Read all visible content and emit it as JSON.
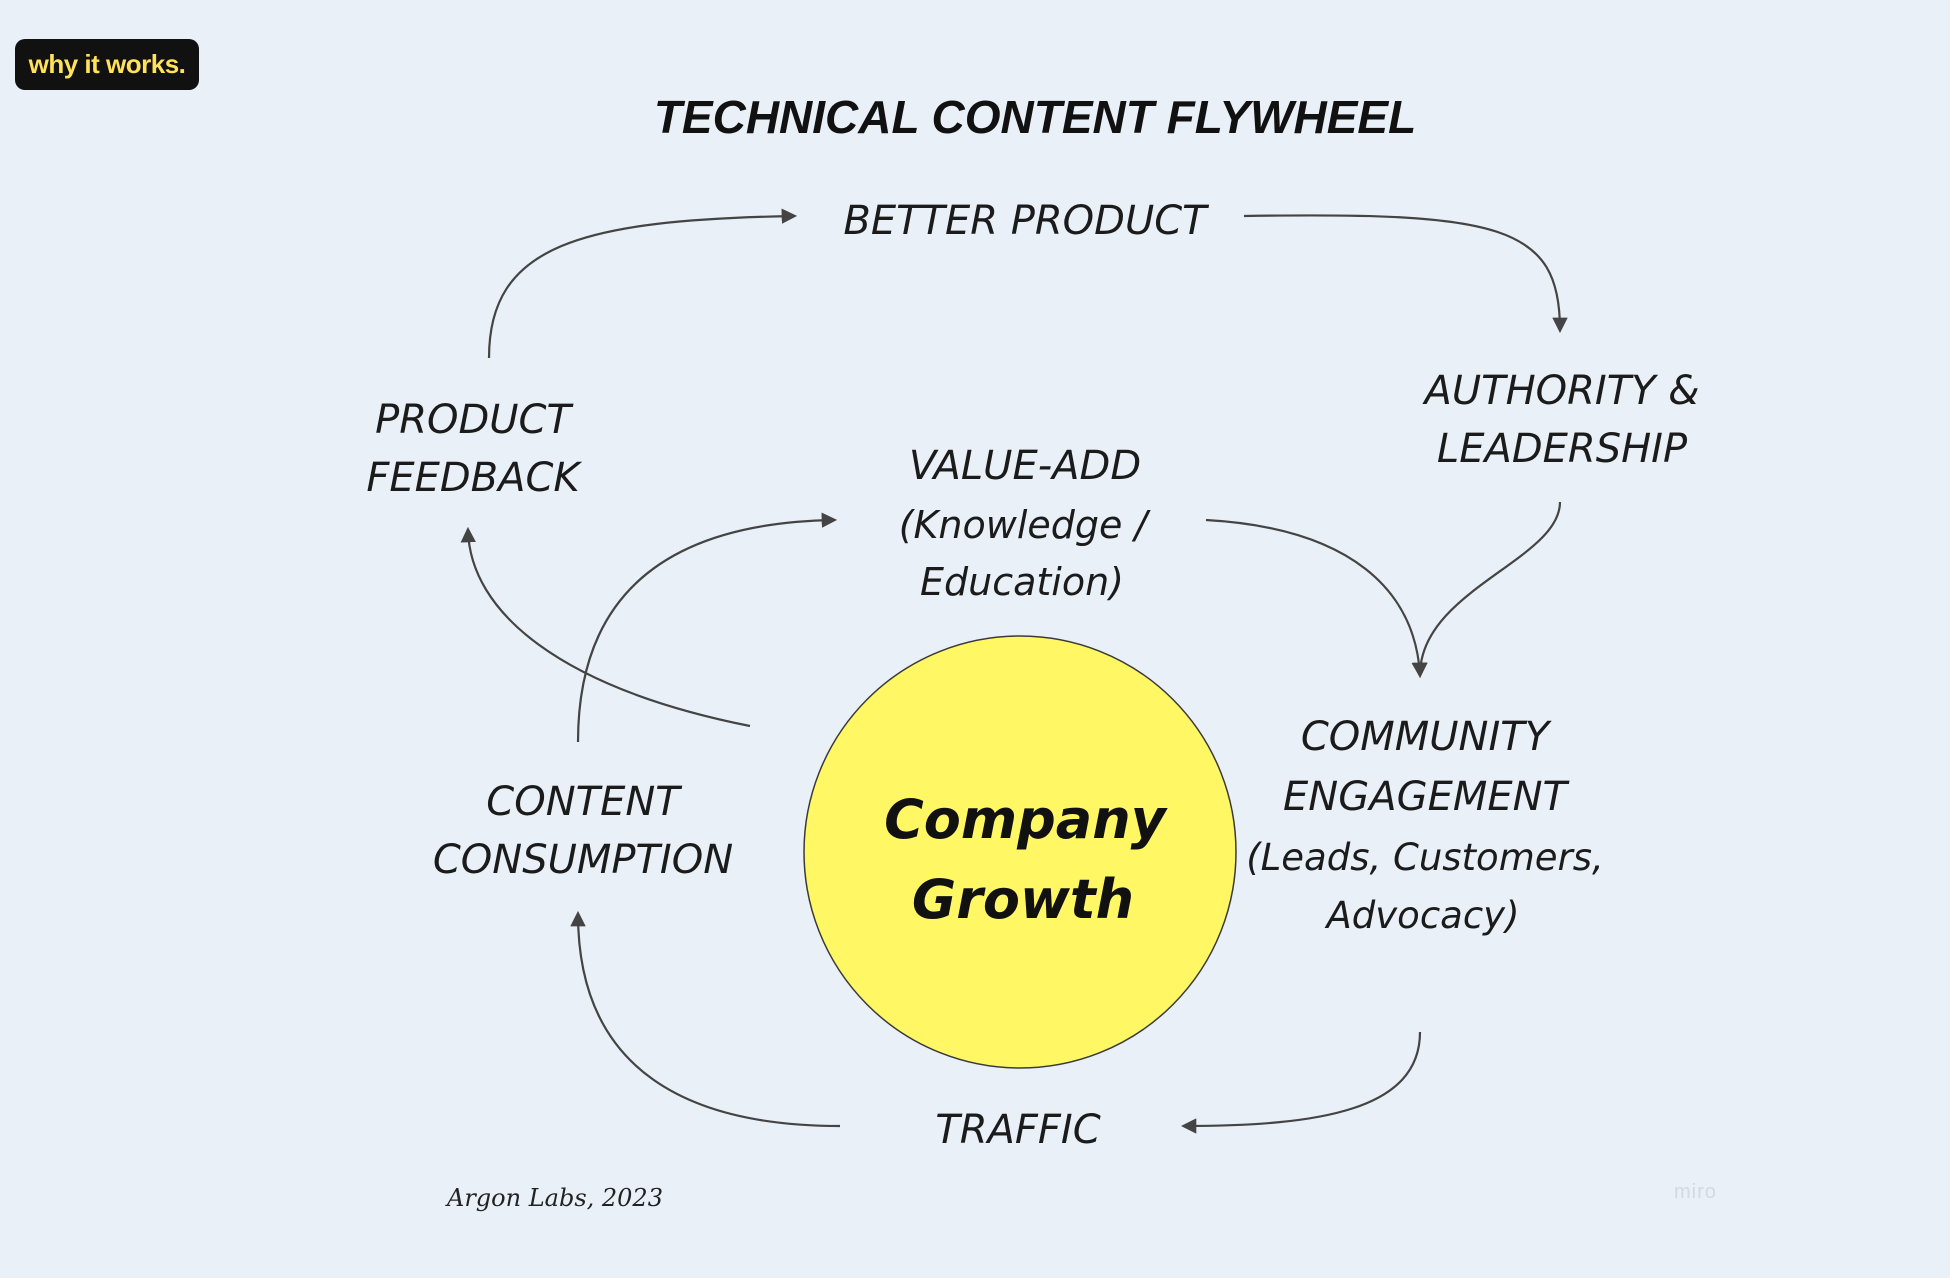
{
  "badge": {
    "label": "why it works."
  },
  "title": "TECHNICAL CONTENT FLYWHEEL",
  "center": {
    "line1": "Company",
    "line2": "Growth",
    "fill": "#FFF763"
  },
  "nodes": {
    "better_product": {
      "line1": "BETTER PRODUCT"
    },
    "authority": {
      "line1": "AUTHORITY &",
      "line2": "LEADERSHIP"
    },
    "product_feedback": {
      "line1": "PRODUCT",
      "line2": "FEEDBACK"
    },
    "value_add": {
      "line1": "VALUE-ADD",
      "line2": "(Knowledge /",
      "line3": "Education)"
    },
    "community": {
      "line1": "COMMUNITY",
      "line2": "ENGAGEMENT",
      "line3": "(Leads, Customers,",
      "line4": "Advocacy)"
    },
    "content_consumption": {
      "line1": "CONTENT",
      "line2": "CONSUMPTION"
    },
    "traffic": {
      "line1": "TRAFFIC"
    }
  },
  "credit": "Argon Labs, 2023",
  "watermark": "miro",
  "colors": {
    "background": "#EAF0F8",
    "arrow": "#444444",
    "badge_bg": "#111111",
    "badge_text": "#FFE15A"
  }
}
